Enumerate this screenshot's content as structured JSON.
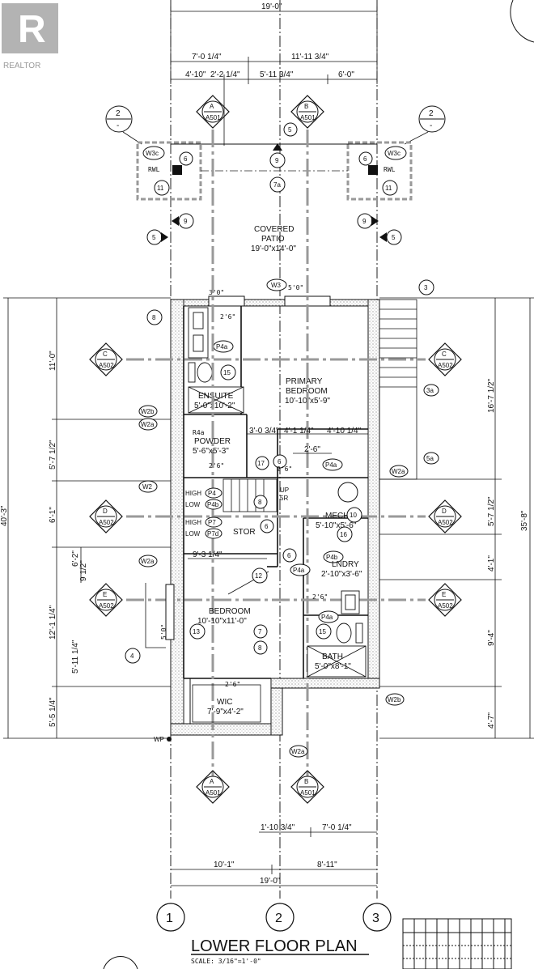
{
  "watermark": {
    "brand": "REALTOR"
  },
  "title": {
    "main": "LOWER FLOOR PLAN",
    "scale": "SCALE: 3/16\"=1'-0\""
  },
  "dims": {
    "top_overall": "19'-0\"",
    "top_left": "7'-0 1/4\"",
    "top_right": "11'-11 3/4\"",
    "top_a": "4'-10\"",
    "top_b": "2'-2 1/4\"",
    "top_c": "5'-11 3/4\"",
    "top_d": "6'-0\"",
    "bottom_a": "1'-10 3/4\"",
    "bottom_b": "7'-0 1/4\"",
    "bottom_c": "10'-1\"",
    "bottom_d": "8'-11\"",
    "bottom_overall": "19'-0\"",
    "left_overall": "40'-3\"",
    "left_a": "11'-0\"",
    "left_b": "5'-7 1/2\"",
    "left_c": "6'-1\"",
    "left_d": "6'-2\"",
    "left_e": "9 1/2\"",
    "left_f": "12'-1 1/4\"",
    "left_g": "5'-11 1/4\"",
    "left_h": "5'-5 1/4\"",
    "right_a": "16'-7 1/2\"",
    "right_b": "35'-8\"",
    "right_c": "5'-7 1/2\"",
    "right_d": "4'-1\"",
    "right_e": "9'-4\"",
    "right_f": "4'-7\"",
    "int_a": "3'-0 3/4\"",
    "int_b": "4'-1 1/4\"",
    "int_c": "4'-10 1/4\"",
    "int_d": "2'-6\"",
    "int_e": "9'-3 1/4\""
  },
  "rooms": {
    "patio_name": "COVERED",
    "patio_name2": "PATIO",
    "patio_size": "19'-0\"x14'-0\"",
    "primary_name": "PRIMARY",
    "primary_name2": "BEDROOM",
    "primary_size": "10'-10\"x5'-9\"",
    "ensuite_name": "ENSUITE",
    "ensuite_size": "5'-0\"x10'-2\"",
    "powder_name": "POWDER",
    "powder_size": "5'-6\"x5'-3\"",
    "mech_name": "MECH",
    "mech_size": "5'-10\"x5'-6\"",
    "stor_name": "STOR",
    "lndry_name": "LNDRY",
    "lndry_size": "2'-10\"x3'-6\"",
    "bedroom_name": "BEDROOM",
    "bedroom_size": "10'-10\"x11'-0\"",
    "bath_name": "BATH",
    "bath_size": "5'-0\"x8'-1\"",
    "wic_name": "WIC",
    "wic_size": "7'-9\"x4'-2\""
  },
  "grids": {
    "g1": "1",
    "g2": "2",
    "g3": "3"
  },
  "sections": {
    "a": "A",
    "a_ref": "A501",
    "b": "B",
    "b_ref": "A501",
    "c": "C",
    "c_ref": "A502",
    "d": "D",
    "d_ref": "A502",
    "e": "E",
    "e_ref": "A502"
  },
  "details": {
    "two": "2",
    "dash": "-"
  },
  "tags": {
    "w3c": "W3c",
    "rwl": "RWL",
    "n6": "6",
    "n11": "11",
    "n9": "9",
    "n7a": "7a",
    "n5": "5",
    "n3": "3",
    "n3a": "3a",
    "n5a": "5a",
    "n8": "8",
    "n15": "15",
    "n17": "17",
    "n10": "10",
    "n16": "16",
    "n12": "12",
    "n13": "13",
    "n4": "4",
    "n7": "7",
    "w3": "W3",
    "w2": "W2",
    "w2a": "W2a",
    "w2b": "W2b",
    "p4a": "P4a",
    "p4b": "P4b",
    "p4": "P4",
    "p7": "P7",
    "p7d": "P7d",
    "r4a": "R4a",
    "high": "HIGH",
    "low": "LOW",
    "up": "UP",
    "n5r": "5R",
    "wp": "WP"
  },
  "doors": {
    "d506": "5'0\"",
    "d304": "3'0\"",
    "d268": "2'6\"",
    "d368": "3'0\"",
    "d504": "5'0\""
  }
}
